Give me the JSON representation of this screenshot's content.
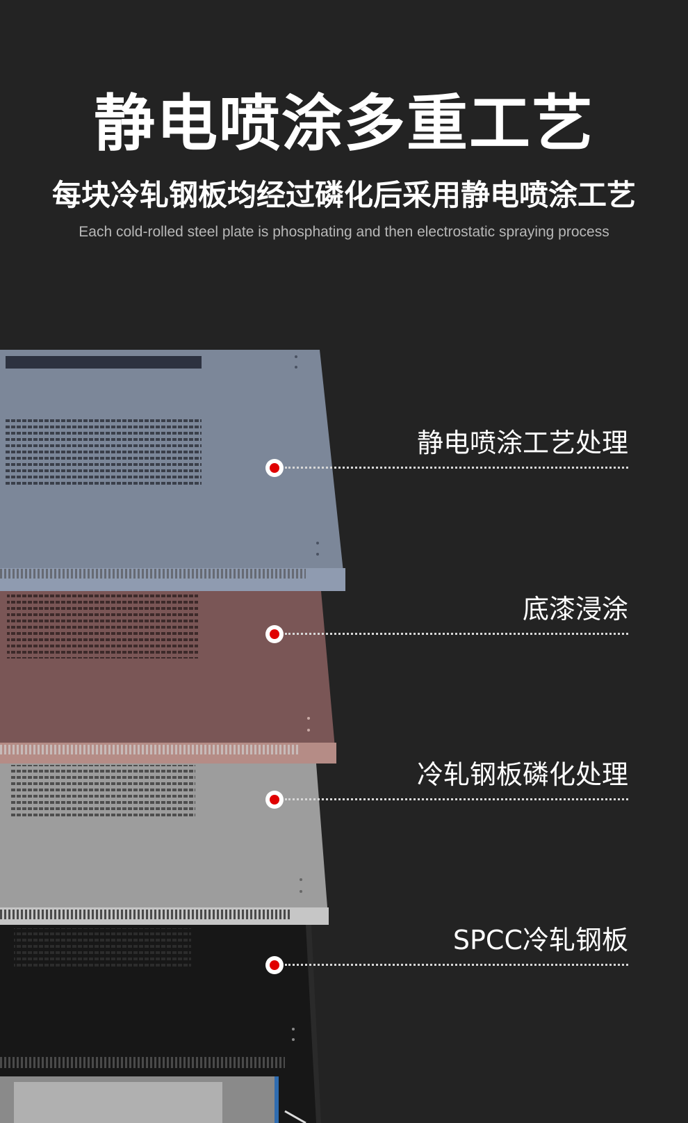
{
  "header": {
    "title": "静电喷涂多重工艺",
    "subtitle": "每块冷轧钢板均经过磷化后采用静电喷涂工艺",
    "caption": "Each cold-rolled steel plate is phosphating and then electrostatic spraying process"
  },
  "layers": [
    {
      "label": "静电喷涂工艺处理",
      "color": "#7c8799"
    },
    {
      "label": "底漆浸涂",
      "color": "#7a5656"
    },
    {
      "label": "冷轧钢板磷化处理",
      "color": "#9d9d9d"
    },
    {
      "label": "SPCC冷轧钢板",
      "color": "#171717"
    }
  ],
  "colors": {
    "background": "#232323",
    "marker": "#e00000"
  }
}
